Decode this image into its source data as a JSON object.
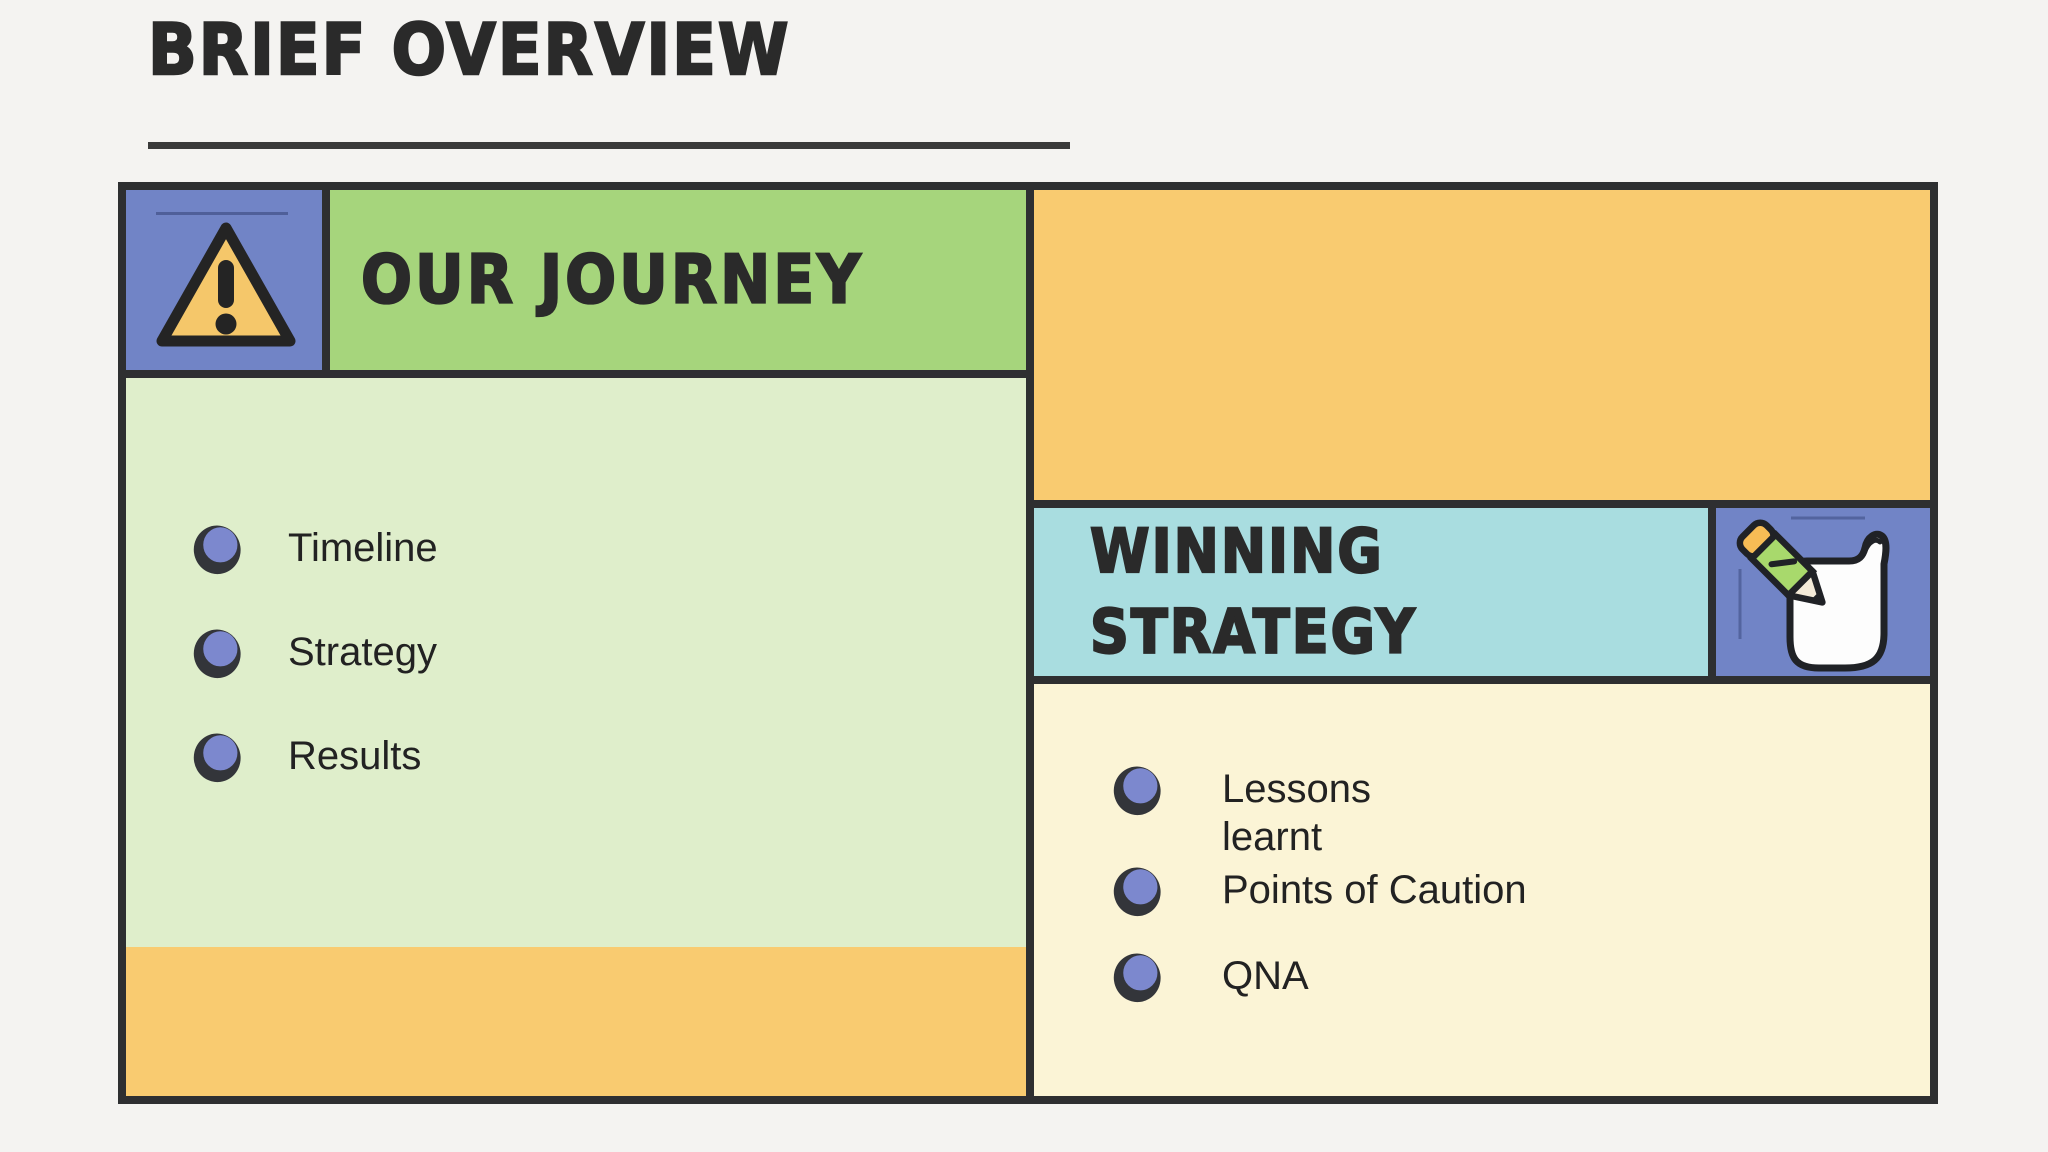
{
  "title": "BRIEF OVERVIEW",
  "colors": {
    "page_bg": "#f4f3f1",
    "border": "#2e2f31",
    "purple_cell": "#7184c6",
    "green_header": "#a6d57c",
    "green_body": "#dfeecb",
    "orange_band": "#f9cb70",
    "teal_header": "#a9dde0",
    "cream_body": "#fbf4d6",
    "bullet_fill": "#7c88ce",
    "warning_yellow": "#f5c76a",
    "pencil_green": "#a8d96c",
    "eraser_orange": "#f7bc55",
    "text_dark": "#2a2a2a"
  },
  "sections": [
    {
      "heading": "OUR JOURNEY",
      "icon": "warning-icon",
      "items": [
        "Timeline",
        "Strategy",
        "Results"
      ]
    },
    {
      "heading": "WINNING\nSTRATEGY",
      "icon": "pencil-paper-icon",
      "items": [
        "Lessons\nlearnt",
        "Points of Caution",
        "QNA"
      ]
    }
  ]
}
